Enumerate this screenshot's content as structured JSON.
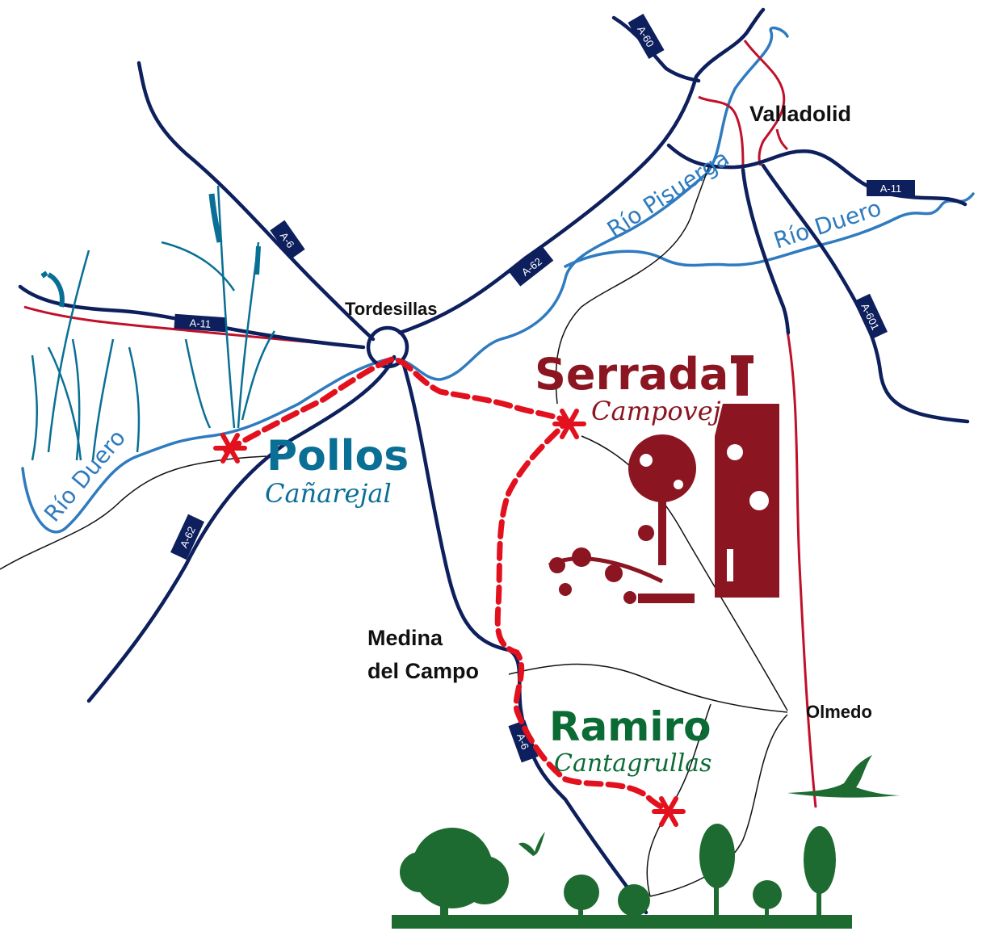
{
  "colors": {
    "road": "#0d1f5c",
    "railway": "#c0102a",
    "river": "#2f7bbf",
    "route": "#e3101e",
    "local_road": "#111111",
    "serrada": "#8b1520",
    "pollos": "#0a6f95",
    "ramiro": "#0a6b35",
    "trees": "#1d6b30"
  },
  "towns": {
    "valladolid": "Valladolid",
    "tordesillas": "Tordesillas",
    "medina_line1": "Medina",
    "medina_line2": "del Campo",
    "olmedo": "Olmedo"
  },
  "wineries": {
    "serrada": {
      "name": "Serrada",
      "subtitle": "Campoveja",
      "icon": "wine-collage-icon"
    },
    "pollos": {
      "name": "Pollos",
      "subtitle": "Cañarejal",
      "icon": "reeds-bird-icon"
    },
    "ramiro": {
      "name": "Ramiro",
      "subtitle": "Cantagrullas",
      "icon": "crane-trees-icon"
    }
  },
  "rivers": {
    "pisuerga": "Río Pisuerga",
    "duero_east": "Río Duero",
    "duero_west": "Río Duero"
  },
  "road_shields": {
    "a60": "A-60",
    "a11_east": "A-11",
    "a601": "A-601",
    "a62_ne": "A-62",
    "a6_nw": "A-6",
    "a11_west": "A-11",
    "a62_sw": "A-62",
    "a6_south": "A-6"
  },
  "markers": [
    "star-marker-icon"
  ]
}
